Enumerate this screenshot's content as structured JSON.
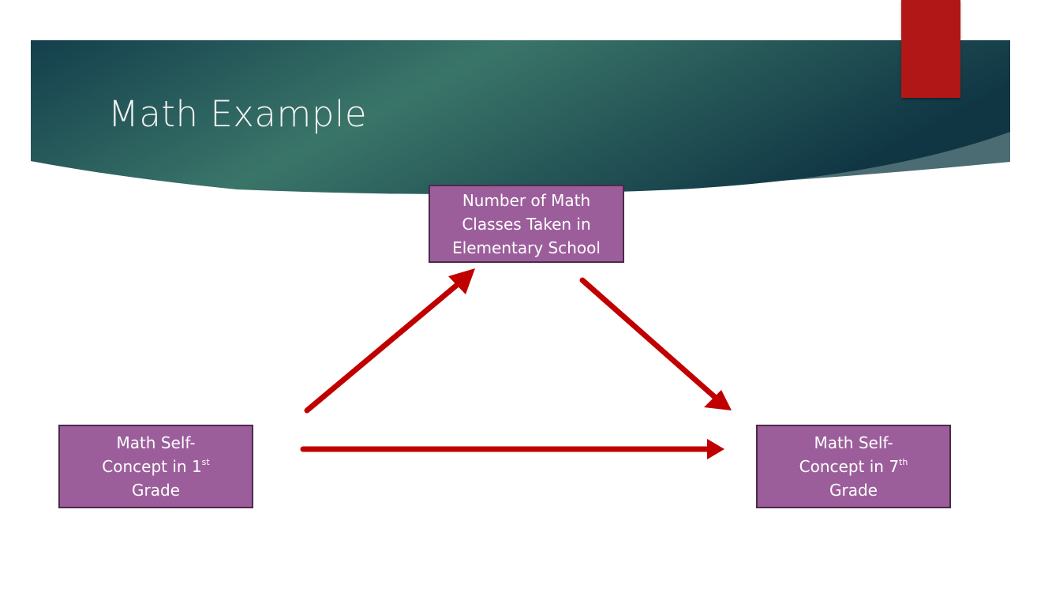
{
  "slide": {
    "title": "Math Example"
  },
  "colors": {
    "banner_dark": "#123b4a",
    "banner_light": "#3a7569",
    "accent_tab": "#b01716",
    "node_fill": "#9c5e9b",
    "node_border": "#4b2a4b",
    "arrow": "#c00000"
  },
  "diagram": {
    "nodes": {
      "mediator": {
        "lines": [
          "Number of Math",
          "Classes Taken in",
          "Elementary School"
        ]
      },
      "predictor": {
        "line1": "Math Self-",
        "line2_pre": "Concept in 1",
        "line2_sup": "st",
        "line3": "Grade"
      },
      "outcome": {
        "line1": "Math Self-",
        "line2_pre": "Concept in 7",
        "line2_sup": "th",
        "line3": "Grade"
      }
    },
    "edges": [
      {
        "from": "predictor",
        "to": "mediator"
      },
      {
        "from": "mediator",
        "to": "outcome"
      },
      {
        "from": "predictor",
        "to": "outcome"
      }
    ]
  }
}
